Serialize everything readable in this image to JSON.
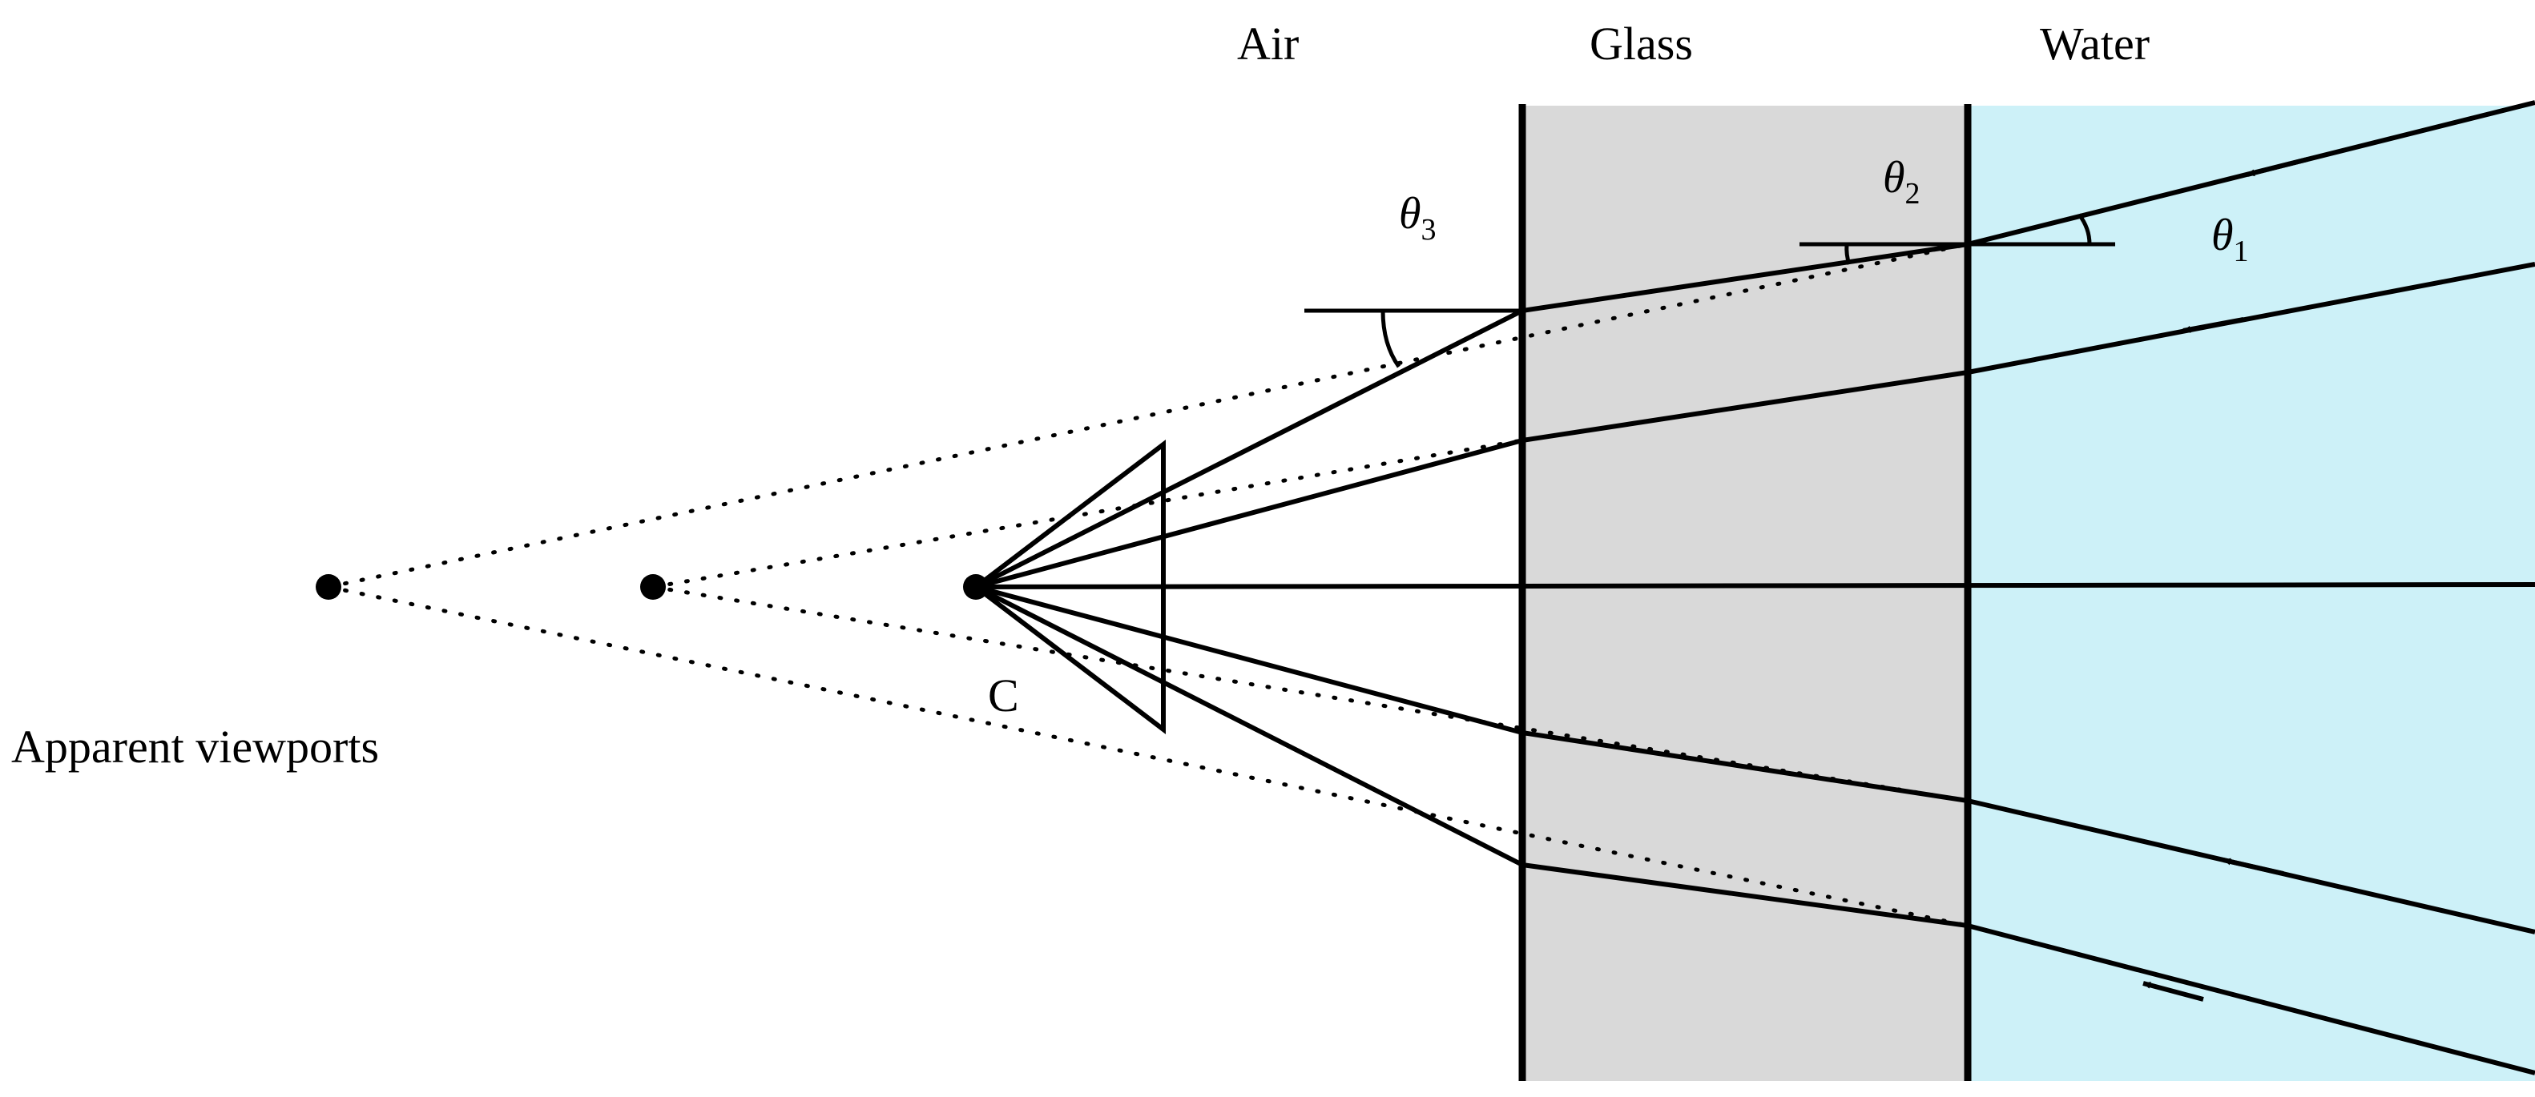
{
  "regions": {
    "air": "Air",
    "glass": "Glass",
    "water": "Water"
  },
  "angles": {
    "theta1": {
      "symbol": "θ",
      "sub": "1"
    },
    "theta2": {
      "symbol": "θ",
      "sub": "2"
    },
    "theta3": {
      "symbol": "θ",
      "sub": "3"
    }
  },
  "labels": {
    "camera_center": "C",
    "apparent_viewports": "Apparent viewports"
  },
  "colors": {
    "glass_fill": "#d9d9d9",
    "water_fill": "#cdf1f8",
    "line": "#000000"
  }
}
